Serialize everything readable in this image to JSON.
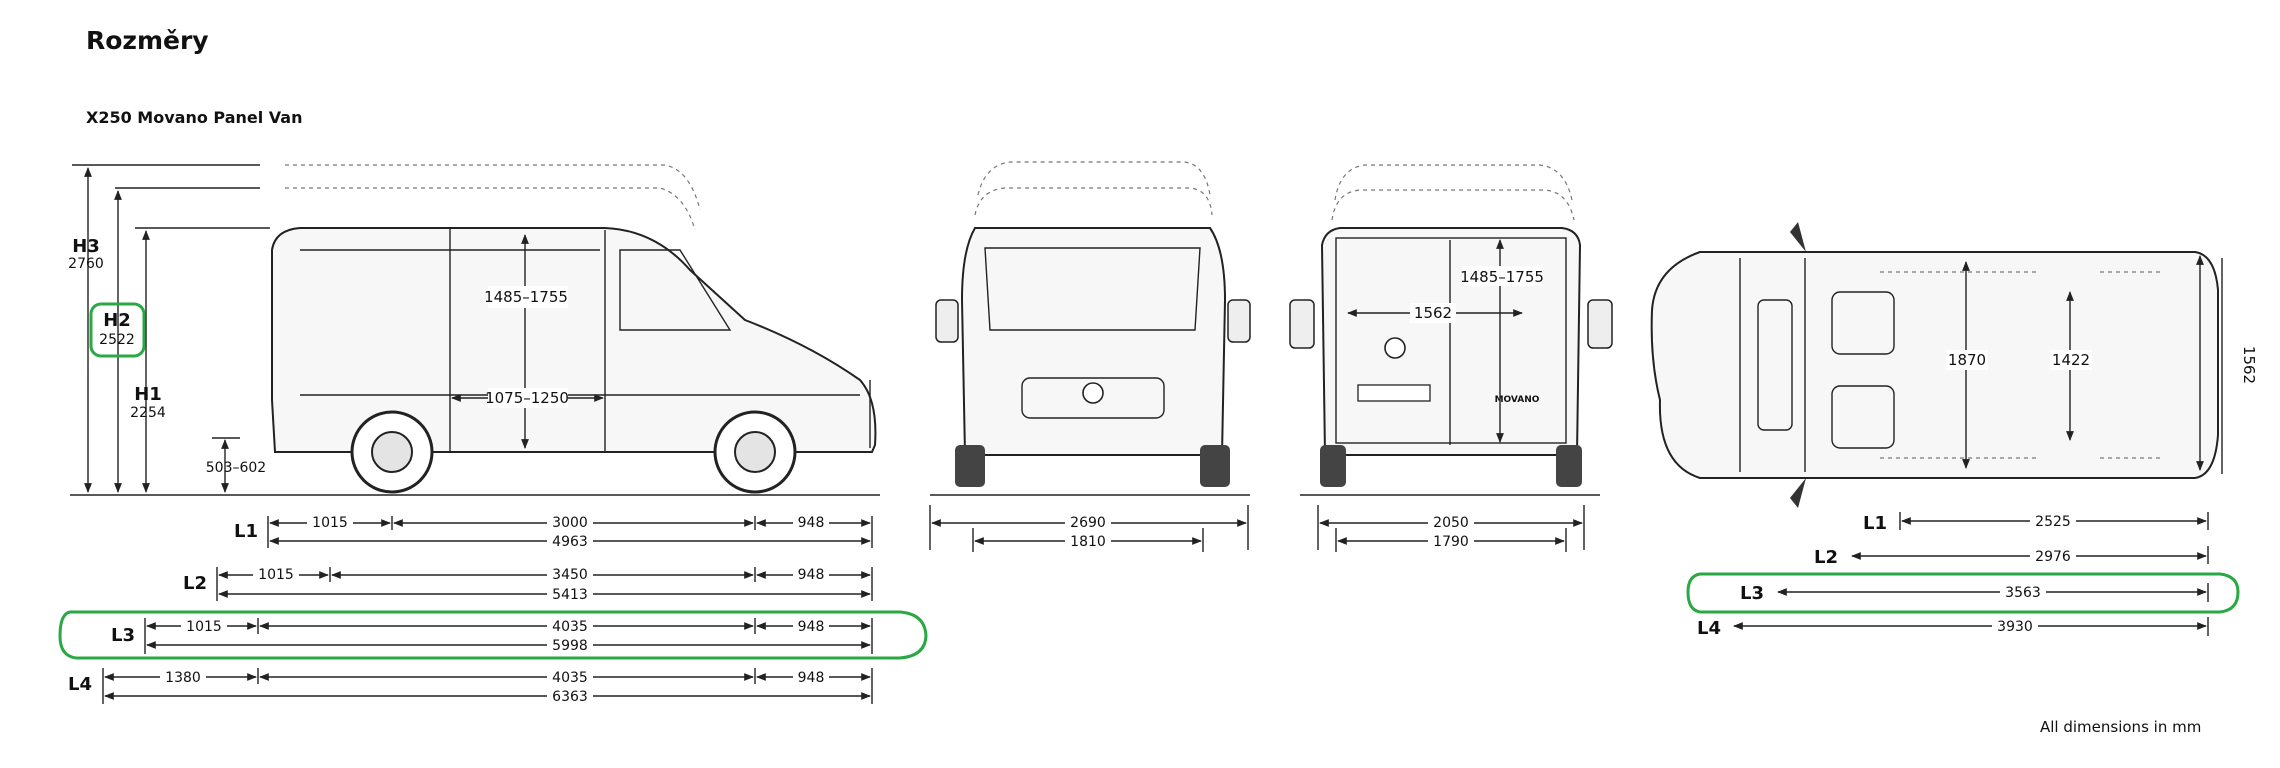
{
  "page": {
    "title": "Rozměry",
    "subtitle": "X250 Movano Panel Van",
    "footnote": "All dimensions in mm"
  },
  "side_view": {
    "heights": [
      {
        "label": "H3",
        "value": "2760"
      },
      {
        "label": "H2",
        "value": "2522"
      },
      {
        "label": "H1",
        "value": "2254"
      }
    ],
    "ground_clearance": "503–602",
    "cargo_height": "1485–1755",
    "side_door_width": "1075–1250",
    "lengths": [
      {
        "label": "L1",
        "front": "1015",
        "wheelbase": "3000",
        "rear": "948",
        "total": "4963"
      },
      {
        "label": "L2",
        "front": "1015",
        "wheelbase": "3450",
        "rear": "948",
        "total": "5413"
      },
      {
        "label": "L3",
        "front": "1015",
        "wheelbase": "4035",
        "rear": "948",
        "total": "5998"
      },
      {
        "label": "L4",
        "front": "1380",
        "wheelbase": "4035",
        "rear": "948",
        "total": "6363"
      }
    ]
  },
  "front_view": {
    "width_top": "2690",
    "width_bottom": "1810"
  },
  "rear_view": {
    "width_top": "2050",
    "width_bottom": "1790",
    "door_width": "1562",
    "door_height": "1485–1755",
    "badge": "MOVANO"
  },
  "top_view": {
    "cargo_width": "1870",
    "width_between_arches": "1422",
    "overall_width": "1562",
    "lengths": [
      {
        "label": "L1",
        "value": "2525"
      },
      {
        "label": "L2",
        "value": "2976"
      },
      {
        "label": "L3",
        "value": "3563"
      },
      {
        "label": "L4",
        "value": "3930"
      }
    ]
  },
  "highlight_color": "#2aa844"
}
